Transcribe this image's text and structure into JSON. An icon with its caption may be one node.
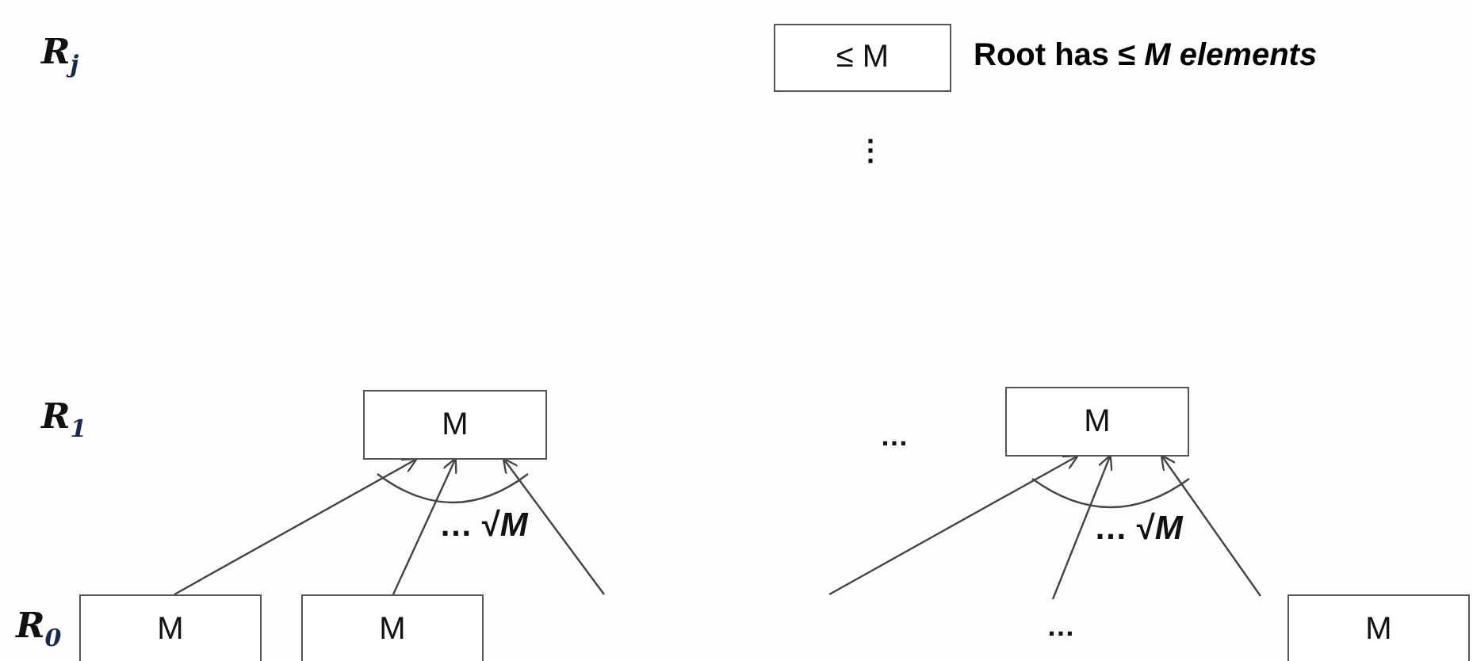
{
  "diagram": {
    "nodes": [
      {
        "text": [
          "≤ M"
        ],
        "beside": [
          "Root has ≤ *M elements*"
        ]
      },
      {
        "text": [
          "M"
        ]
      },
      {
        "text": [
          "M"
        ]
      },
      {
        "text": [
          "M"
        ]
      },
      {
        "text": [
          "M"
        ]
      },
      {
        "text": [
          "M"
        ]
      }
    ],
    "edges": [
      {
        "from": 3,
        "to": 1,
        "arrow": "to"
      },
      {
        "from": 4,
        "to": 1,
        "arrow": "to"
      },
      {
        "from": null,
        "to": 1,
        "arrow": "to"
      },
      {
        "from": null,
        "to": 2,
        "arrow": "to"
      },
      {
        "from": null,
        "to": 2,
        "arrow": "to"
      },
      {
        "from": null,
        "to": 2,
        "arrow": "to"
      }
    ],
    "labels": [
      "R$_{j}$",
      "⋮",
      "R$_{1}$",
      "…",
      "… √*M*",
      "… √*M*",
      "R$_{0}$",
      "…"
    ]
  }
}
